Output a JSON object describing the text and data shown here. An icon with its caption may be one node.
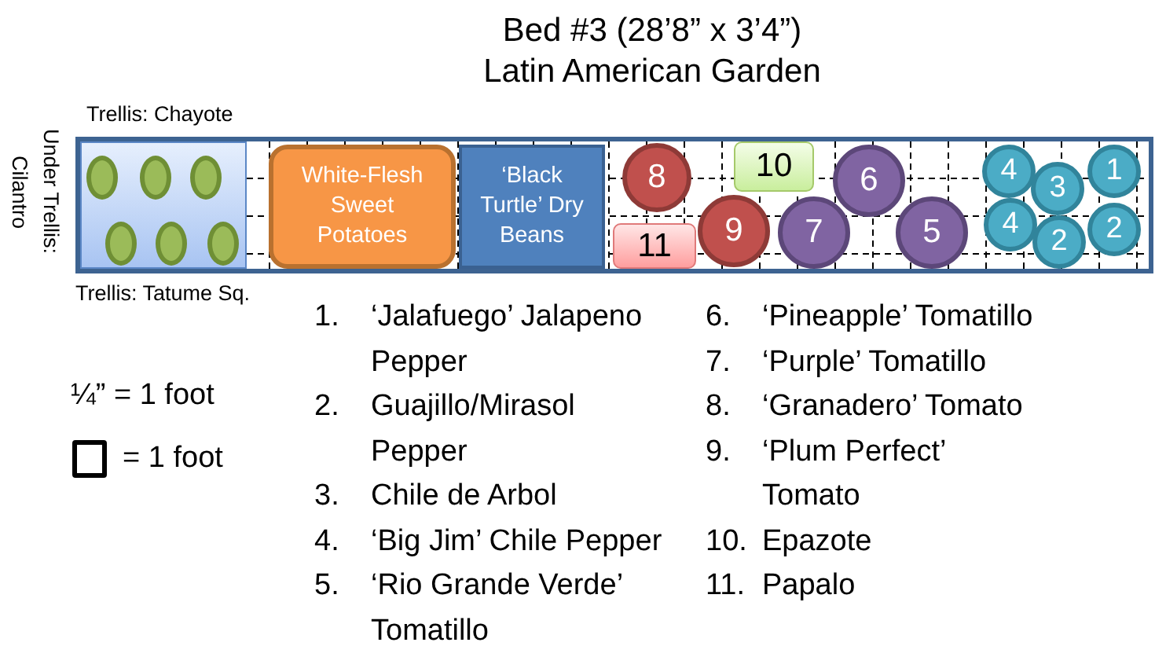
{
  "diagram": {
    "title": "Bed #3 (28’8” x 3’4”) Latin American Garden",
    "nodes": [
      {
        "text": [],
        "shape": "box"
      },
      {
        "text": [],
        "shape": "box",
        "in": 0,
        "beside": [
          "Trellis: Chayote",
          "Under Trellis: Cilantro",
          "Trellis: Tatume Sq."
        ]
      },
      {
        "text": [],
        "shape": "ellipse",
        "in": 1
      },
      {
        "text": [],
        "shape": "ellipse",
        "in": 1
      },
      {
        "text": [],
        "shape": "ellipse",
        "in": 1
      },
      {
        "text": [],
        "shape": "ellipse",
        "in": 1
      },
      {
        "text": [],
        "shape": "ellipse",
        "in": 1
      },
      {
        "text": [],
        "shape": "ellipse",
        "in": 1
      },
      {
        "text": [
          "White-Flesh Sweet Potatoes"
        ],
        "in": 0
      },
      {
        "text": [
          "‘Black Turtle’ Dry Beans"
        ],
        "in": 0
      },
      {
        "text": [
          "8"
        ],
        "in": 0
      },
      {
        "text": [
          "10"
        ],
        "in": 0
      },
      {
        "text": [
          "6"
        ],
        "in": 0
      },
      {
        "text": [
          "4"
        ],
        "in": 0
      },
      {
        "text": [
          "3"
        ],
        "in": 0
      },
      {
        "text": [
          "1"
        ],
        "in": 0
      },
      {
        "text": [
          "11"
        ],
        "in": 0
      },
      {
        "text": [
          "9"
        ],
        "in": 0
      },
      {
        "text": [
          "7"
        ],
        "in": 0
      },
      {
        "text": [
          "5"
        ],
        "in": 0
      },
      {
        "text": [
          "4"
        ],
        "in": 0
      },
      {
        "text": [
          "2"
        ],
        "in": 0
      },
      {
        "text": [
          "2"
        ],
        "in": 0
      }
    ],
    "labels": [
      "1. ‘Jalafuego’ Jalapeno Pepper",
      "2. Guajillo/Mirasol Pepper",
      "3. Chile de Arbol",
      "4. ‘Big Jim’ Chile Pepper",
      "5. ‘Rio Grande Verde’ Tomatillo",
      "6. ‘Pineapple’ Tomatillo",
      "7. ‘Purple’ Tomatillo",
      "8. ‘Granadero’ Tomato",
      "9. ‘Plum Perfect’ Tomato",
      "10. Epazote",
      "11. Papalo",
      "¼” = 1 foot"
    ],
    "legend": [
      {
        "text": "= 1 foot"
      }
    ]
  }
}
